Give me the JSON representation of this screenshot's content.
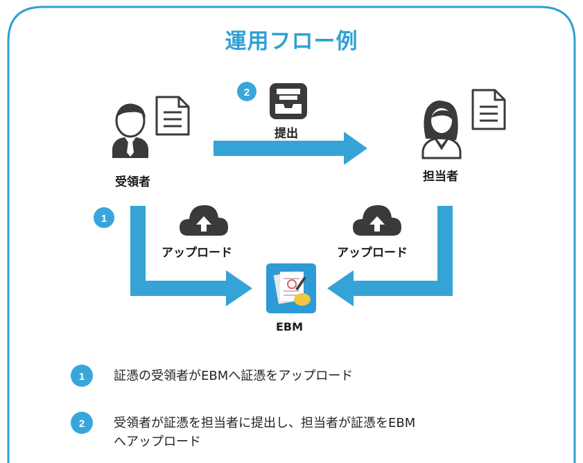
{
  "title": "運用フロー例",
  "colors": {
    "accent": "#2fa0d4",
    "arrow": "#35a3d6",
    "icon_dark": "#3a3a3a",
    "badge": "#38a6db"
  },
  "actors": {
    "recipient": {
      "label": "受領者",
      "icon": "male-user-icon",
      "doc_icon": "document-icon"
    },
    "staff": {
      "label": "担当者",
      "icon": "female-user-icon",
      "doc_icon": "document-icon"
    }
  },
  "steps": {
    "submit": {
      "badge": "2",
      "label": "提出",
      "icon": "inbox-tray-icon"
    },
    "upload_left": {
      "badge": "1",
      "label": "アップロード",
      "icon": "cloud-upload-icon"
    },
    "upload_right": {
      "label": "アップロード",
      "icon": "cloud-upload-icon"
    }
  },
  "app": {
    "label": "EBM",
    "icon": "ebm-app-icon"
  },
  "notes": [
    {
      "badge": "1",
      "text": "証憑の受領者がEBMへ証憑をアップロード"
    },
    {
      "badge": "2",
      "line1": "受領者が証憑を担当者に提出し、担当者が証憑をEBM",
      "line2": "へアップロード"
    }
  ]
}
